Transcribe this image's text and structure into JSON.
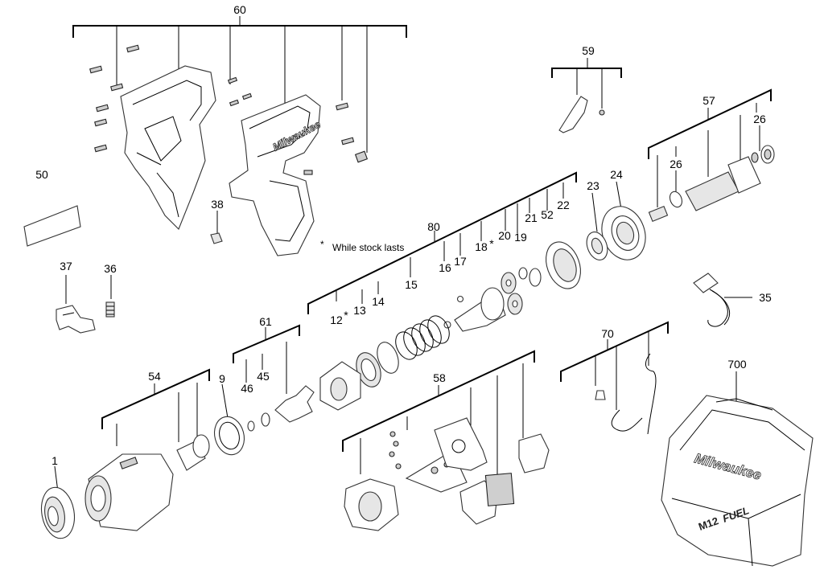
{
  "callouts": {
    "c1": "1",
    "c9": "9",
    "c12": "12",
    "c13": "13",
    "c14": "14",
    "c15": "15",
    "c16": "16",
    "c17": "17",
    "c18": "18",
    "c19": "19",
    "c20": "20",
    "c21": "21",
    "c22": "22",
    "c23": "23",
    "c24": "24",
    "c26a": "26",
    "c26b": "26",
    "c35": "35",
    "c36": "36",
    "c37": "37",
    "c38": "38",
    "c45": "45",
    "c46": "46",
    "c50": "50",
    "c52": "52",
    "c54": "54",
    "c57": "57",
    "c58": "58",
    "c59": "59",
    "c60": "60",
    "c61": "61",
    "c70": "70",
    "c80": "80",
    "c700": "700"
  },
  "markers": {
    "c12_star": "*",
    "c18_star": "*"
  },
  "note": {
    "star": "*",
    "text": "While stock lasts"
  },
  "branding": {
    "housing_logo": "Milwaukee",
    "case_logo": "Milwaukee",
    "case_model": "M12",
    "case_line": "FUEL"
  }
}
